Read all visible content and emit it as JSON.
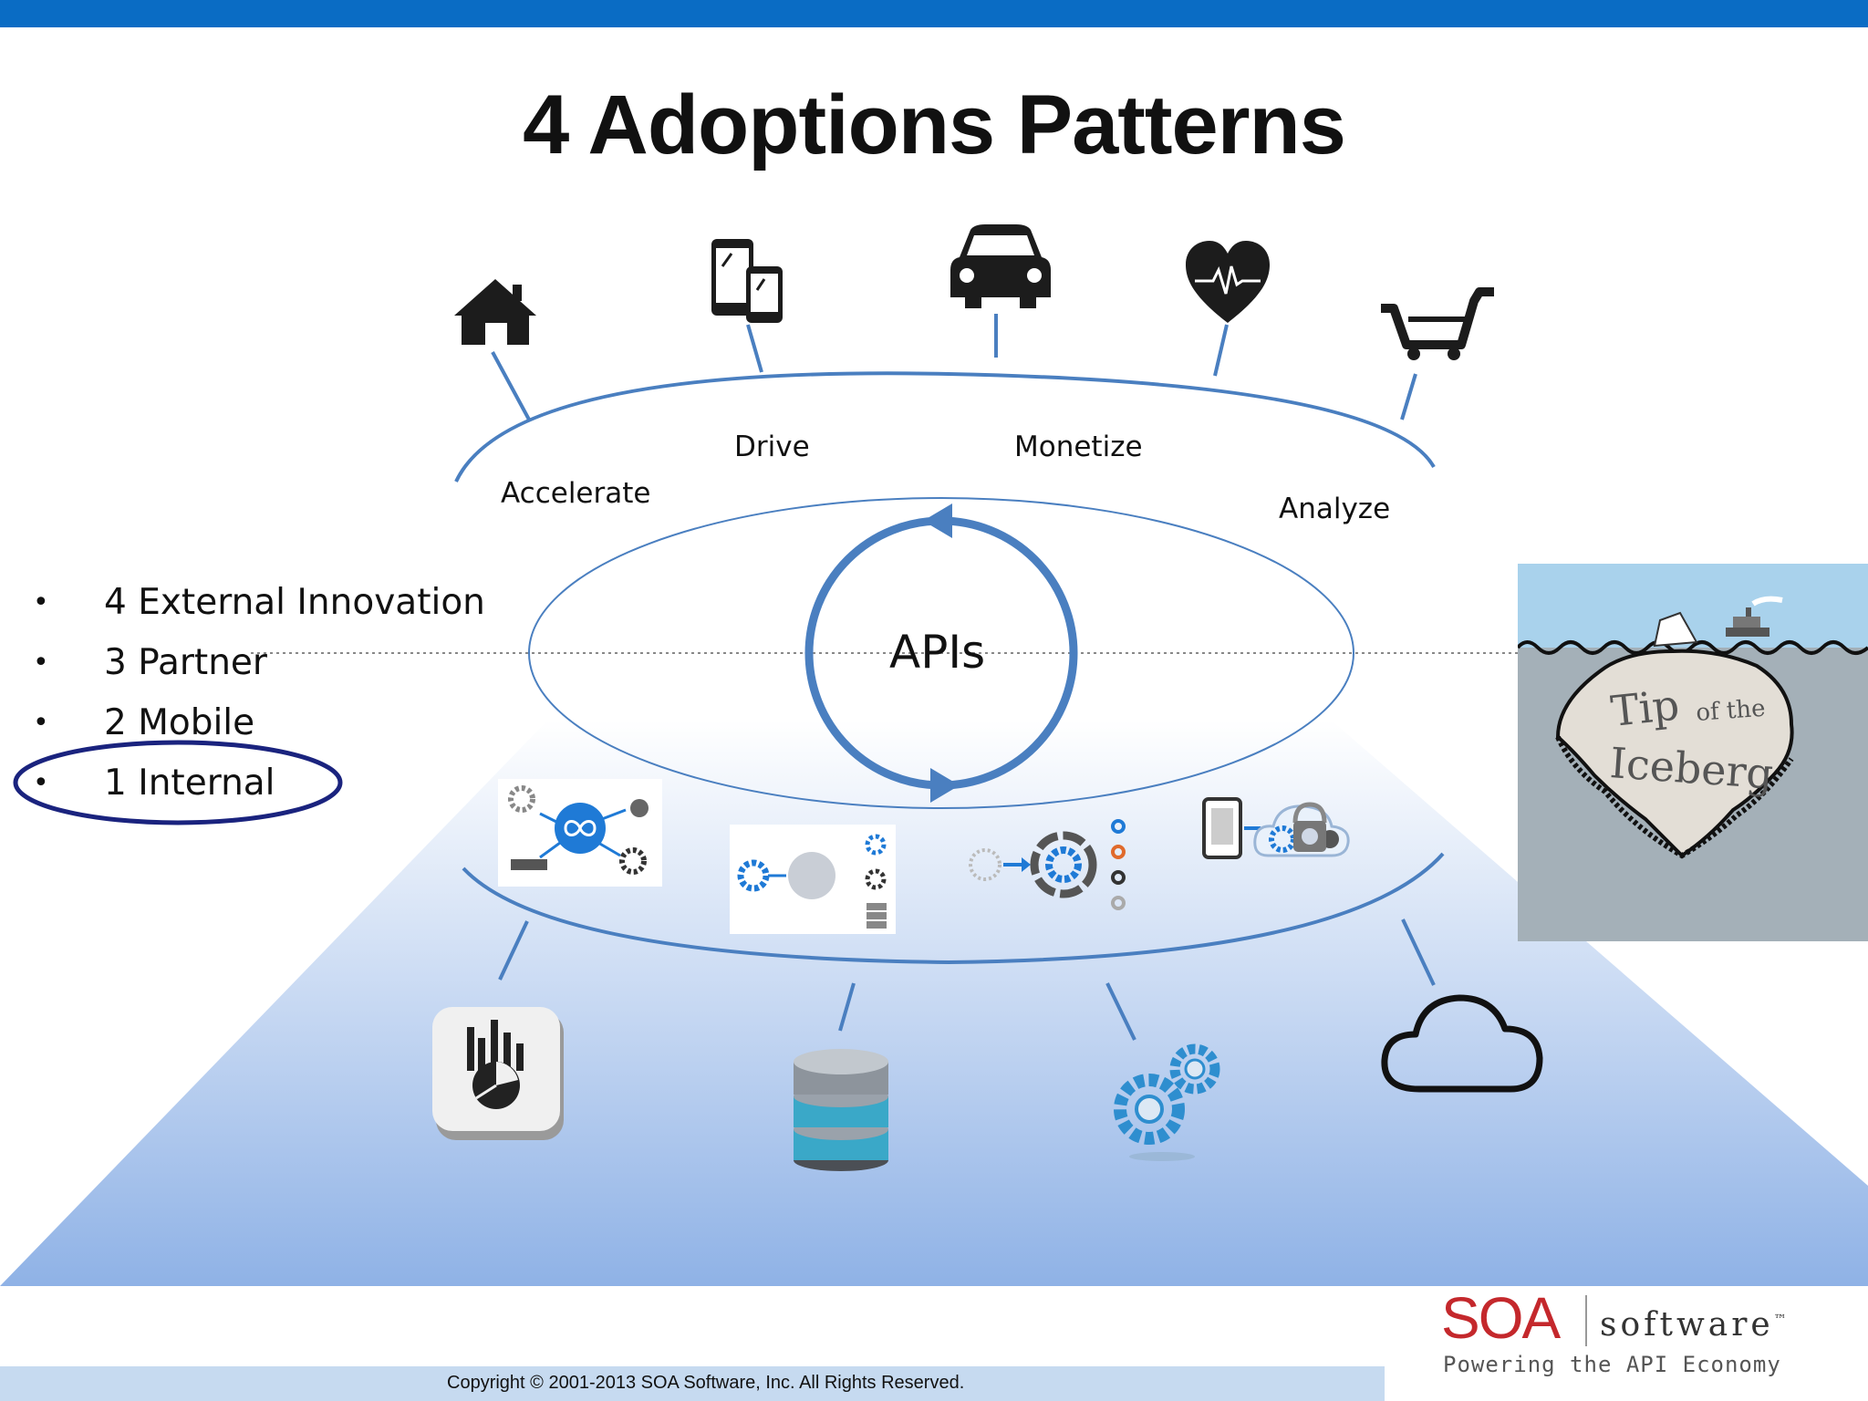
{
  "title": "4 Adoptions Patterns",
  "top_labels": {
    "accelerate": "Accelerate",
    "drive": "Drive",
    "monetize": "Monetize",
    "analyze": "Analyze"
  },
  "center_label": "APIs",
  "bullets": [
    {
      "label": "4 External Innovation",
      "highlighted": false
    },
    {
      "label": "3 Partner",
      "highlighted": false
    },
    {
      "label": "2 Mobile",
      "highlighted": false
    },
    {
      "label": "1 Internal",
      "highlighted": true
    }
  ],
  "bullet_glyph": "•",
  "top_icons": [
    "house-icon",
    "mobile-devices-icon",
    "car-icon",
    "heart-monitor-icon",
    "shopping-cart-icon"
  ],
  "bottom_icons": [
    "analytics-chart-icon",
    "database-icon",
    "gears-icon",
    "cloud-icon"
  ],
  "iceberg": {
    "line1": "Tip",
    "line1b": "of the",
    "line2": "Iceberg"
  },
  "copyright": "Copyright © 2001-2013 SOA Software, Inc. All Rights Reserved.",
  "logo": {
    "brand": "SOA",
    "product": "software",
    "tm": "™",
    "tagline": "Powering the API Economy"
  },
  "colors": {
    "accent": "#0a6cc4",
    "line": "#4a7fc0",
    "highlight_circle": "#1a237e",
    "logo_red": "#c4282c"
  }
}
